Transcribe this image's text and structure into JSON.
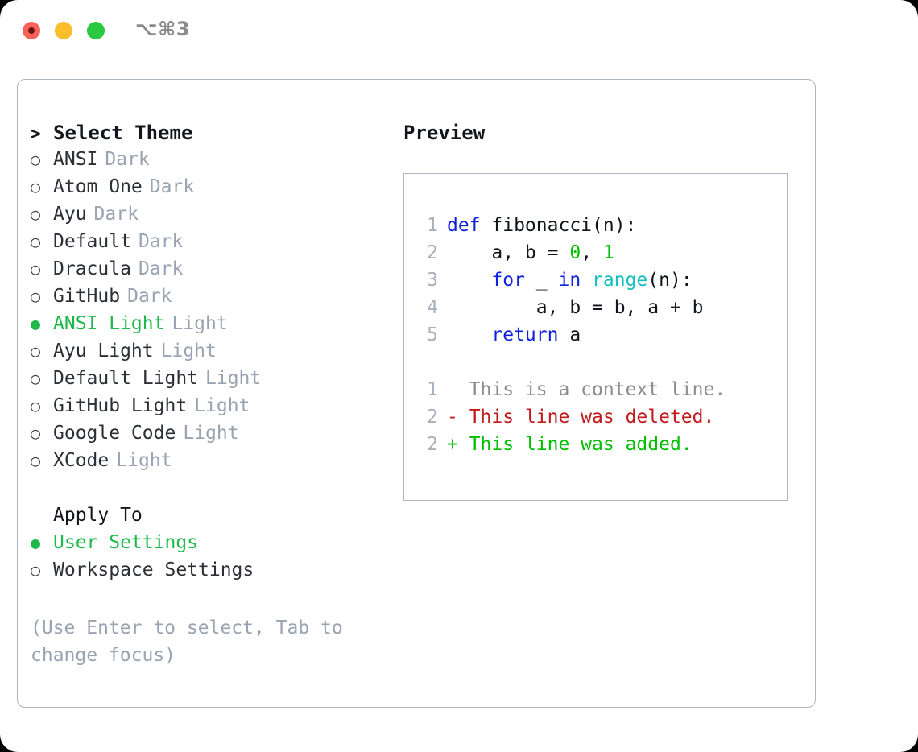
{
  "titlebar": {
    "shortcut": "⌥⌘3",
    "buttons": [
      {
        "name": "close",
        "color": "#fa6158"
      },
      {
        "name": "minimize",
        "color": "#fcbd2b"
      },
      {
        "name": "zoom",
        "color": "#2bc940"
      }
    ]
  },
  "theme_picker": {
    "heading": "Select Theme",
    "caret": ">",
    "radio_off": "○",
    "radio_on": "●",
    "items": [
      {
        "name": "ANSI",
        "category": "Dark",
        "selected": false
      },
      {
        "name": "Atom One",
        "category": "Dark",
        "selected": false
      },
      {
        "name": "Ayu",
        "category": "Dark",
        "selected": false
      },
      {
        "name": "Default",
        "category": "Dark",
        "selected": false
      },
      {
        "name": "Dracula",
        "category": "Dark",
        "selected": false
      },
      {
        "name": "GitHub",
        "category": "Dark",
        "selected": false
      },
      {
        "name": "ANSI Light",
        "category": "Light",
        "selected": true
      },
      {
        "name": "Ayu Light",
        "category": "Light",
        "selected": false
      },
      {
        "name": "Default Light",
        "category": "Light",
        "selected": false
      },
      {
        "name": "GitHub Light",
        "category": "Light",
        "selected": false
      },
      {
        "name": "Google Code",
        "category": "Light",
        "selected": false
      },
      {
        "name": "XCode",
        "category": "Light",
        "selected": false
      }
    ]
  },
  "apply_to": {
    "label": "Apply To",
    "options": [
      {
        "name": "User Settings",
        "selected": true
      },
      {
        "name": "Workspace Settings",
        "selected": false
      }
    ]
  },
  "hint": "(Use Enter to select, Tab to change focus)",
  "preview": {
    "title": "Preview",
    "code_lines": [
      {
        "num": "1",
        "tokens": [
          {
            "t": "def ",
            "c": "kw"
          },
          {
            "t": "fibonacci(n):",
            "c": "plain"
          }
        ]
      },
      {
        "num": "2",
        "tokens": [
          {
            "t": "    a, b = ",
            "c": "plain"
          },
          {
            "t": "0",
            "c": "num"
          },
          {
            "t": ", ",
            "c": "plain"
          },
          {
            "t": "1",
            "c": "num"
          }
        ]
      },
      {
        "num": "3",
        "tokens": [
          {
            "t": "    ",
            "c": "plain"
          },
          {
            "t": "for",
            "c": "kw"
          },
          {
            "t": " _ ",
            "c": "plain"
          },
          {
            "t": "in",
            "c": "kw"
          },
          {
            "t": " ",
            "c": "plain"
          },
          {
            "t": "range",
            "c": "fn"
          },
          {
            "t": "(n):",
            "c": "plain"
          }
        ]
      },
      {
        "num": "4",
        "tokens": [
          {
            "t": "        a, b = b, a + b",
            "c": "plain"
          }
        ]
      },
      {
        "num": "5",
        "tokens": [
          {
            "t": "    ",
            "c": "plain"
          },
          {
            "t": "return",
            "c": "kw"
          },
          {
            "t": " a",
            "c": "plain"
          }
        ]
      }
    ],
    "diff_lines": [
      {
        "num": "1",
        "sign": " ",
        "text": " This is a context line.",
        "kind": "ctx"
      },
      {
        "num": "2",
        "sign": "-",
        "text": " This line was deleted.",
        "kind": "del"
      },
      {
        "num": "2",
        "sign": "+",
        "text": " This line was added.",
        "kind": "add"
      }
    ]
  },
  "colors": {
    "accent_green": "#1db94a",
    "muted": "#9aa3b2",
    "border": "#aeb6c4",
    "keyword": "#1122dd",
    "function": "#13bfbf",
    "number": "#00bf00",
    "diff_del": "#c21a1a",
    "diff_add": "#00bf00",
    "diff_ctx": "#8c8c8c"
  }
}
